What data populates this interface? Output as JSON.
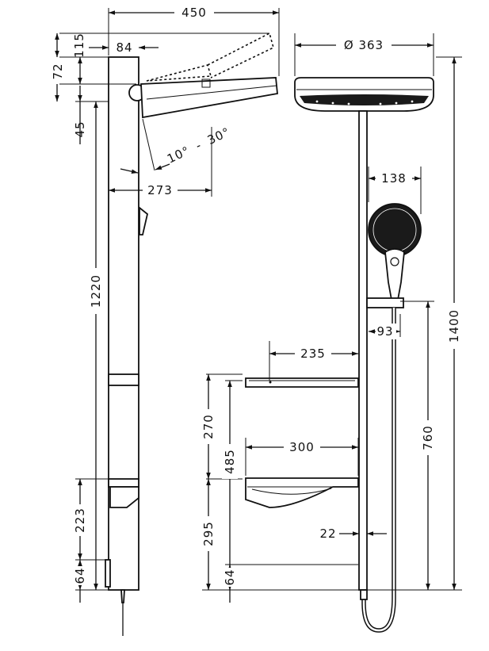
{
  "diagram": {
    "side_view": {
      "width_total": "450",
      "column_depth": "84",
      "top_offset": "115",
      "arm_height": "72",
      "arm_gap": "45",
      "column_height": "1220",
      "arm_reach": "273",
      "tilt_min": "10°",
      "tilt_sep": "-",
      "tilt_max": "30°",
      "lower_shelf_height": "223",
      "base_height": "64"
    },
    "front_view": {
      "head_diameter": "Ø 363",
      "hand_shower_width": "138",
      "holder_offset": "93",
      "overall_height": "1400",
      "upper_shelf_depth": "235",
      "shelf_spacing": "270",
      "upper_shelf_height": "485",
      "lower_shelf_width": "300",
      "holder_height": "760",
      "lower_shelf_height": "295",
      "pipe_offset": "22",
      "base_height": "64"
    }
  }
}
